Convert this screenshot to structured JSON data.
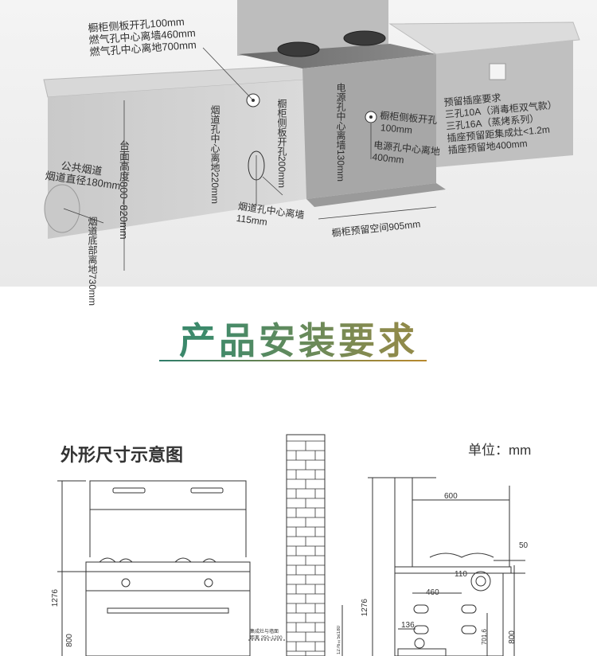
{
  "install_diagram": {
    "labels": {
      "side_panel_hole": [
        "橱柜侧板开孔100mm",
        "燃气孔中心离墙460mm",
        "燃气孔中心离地700mm"
      ],
      "public_flue": [
        "公共烟道",
        "烟道直径180mm"
      ],
      "counter_height": "台面高度800~820mm",
      "flue_floor": "烟道底部离地730mm",
      "flue_center_wall": "烟道孔中心离地220mm",
      "side_panel_hole_200": "橱柜侧板开孔200mm",
      "flue_center_wall_115": [
        "烟道孔中心离墙",
        "115mm"
      ],
      "power_hole": "电源孔中心离墙130mm",
      "side_panel_100": [
        "橱柜侧板开孔",
        "100mm"
      ],
      "power_floor": [
        "电源孔中心离地",
        "400mm"
      ],
      "cabinet_space": "橱柜预留空间905mm",
      "socket_req": [
        "预留插座要求",
        "三孔10A（消毒柜双气款）",
        "三孔16A（蒸烤系列）",
        "插座预留距集成灶<1.2m",
        "插座预留地400mm"
      ]
    }
  },
  "section_title": "产品安装要求",
  "drawing": {
    "title": "外形尺寸示意图",
    "unit": "单位：mm",
    "front_dims": {
      "height": "1276",
      "lower": "800"
    },
    "wall_note": [
      "集成灶与墙面",
      "距离 250~1200"
    ],
    "wall_note_v": "1276±5≤180",
    "side_dims": {
      "height": "1276",
      "top_depth": "600",
      "d50": "50",
      "d110": "110",
      "d460": "460",
      "d136": "136",
      "d701": "701.6",
      "d800": "800"
    }
  },
  "colors": {
    "accent_green": "#2f7d6a",
    "accent_gold": "#b8892e"
  }
}
